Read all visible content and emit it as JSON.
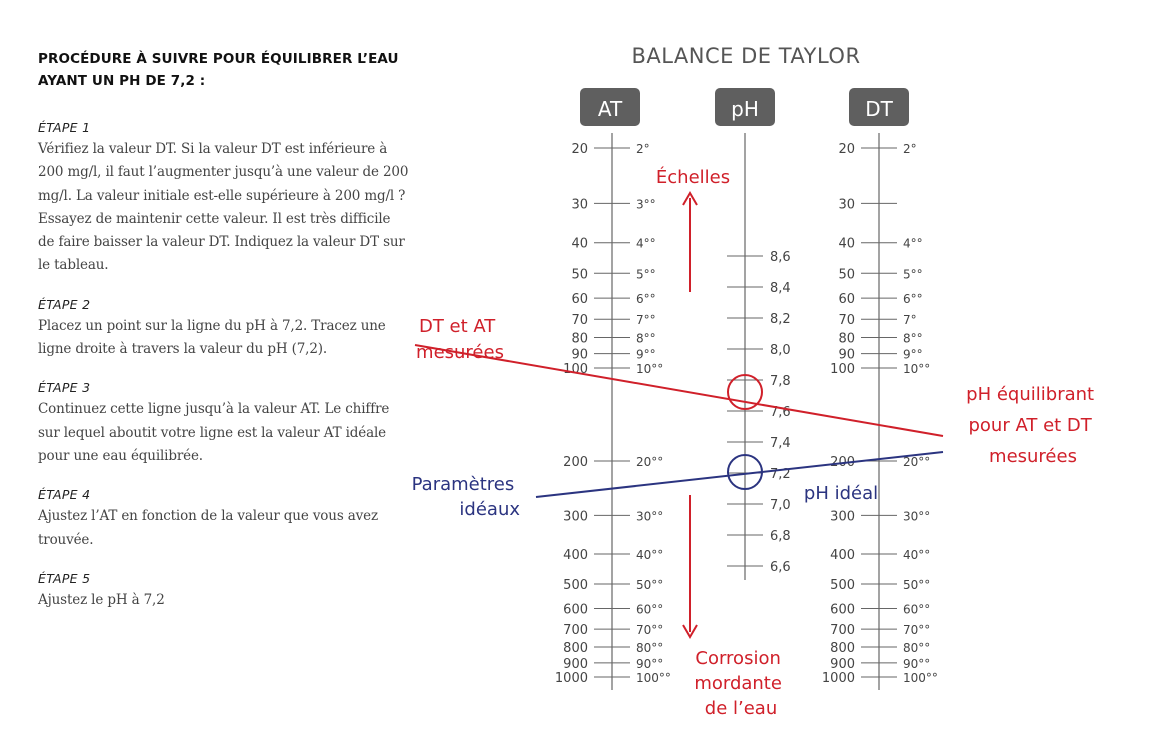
{
  "procedure": {
    "heading_line1": "PROCÉDURE À SUIVRE POUR ÉQUILIBRER L’EAU",
    "heading_line2": "AYANT UN PH DE 7,2 :",
    "steps": [
      {
        "title": "ÉTAPE 1",
        "text": "Vérifiez la valeur DT. Si la valeur DT est inférieure à 200 mg/l, il faut l’augmenter jusqu’à une valeur de 200 mg/l. La valeur initiale est-elle supérieure à 200 mg/l ? Essayez de maintenir cette valeur. Il est très difficile de faire baisser la valeur DT. Indiquez la valeur DT sur le tableau."
      },
      {
        "title": "ÉTAPE 2",
        "text": "Placez un point sur la ligne du pH à 7,2. Tracez une ligne droite à travers la valeur du pH (7,2)."
      },
      {
        "title": "ÉTAPE 3",
        "text": "Continuez cette ligne jusqu’à la valeur AT. Le chiffre sur lequel aboutit votre ligne est la valeur AT idéale pour une eau équilibrée."
      },
      {
        "title": "ÉTAPE 4",
        "text": "Ajustez l’AT en fonction de la valeur que vous avez trouvée."
      },
      {
        "title": "ÉTAPE 5",
        "text": "Ajustez le pH à 7,2"
      }
    ]
  },
  "diagram": {
    "title": "BALANCE DE TAYLOR",
    "col_labels": {
      "at": "AT",
      "ph": "pH",
      "dt": "DT"
    },
    "at_ticks": [
      {
        "value": "20",
        "deg": "2°",
        "v": 20
      },
      {
        "value": "30",
        "deg": "3°°",
        "v": 30
      },
      {
        "value": "40",
        "deg": "4°°",
        "v": 40
      },
      {
        "value": "50",
        "deg": "5°°",
        "v": 50
      },
      {
        "value": "60",
        "deg": "6°°",
        "v": 60
      },
      {
        "value": "70",
        "deg": "7°°",
        "v": 70
      },
      {
        "value": "80",
        "deg": "8°°",
        "v": 80
      },
      {
        "value": "90",
        "deg": "9°°",
        "v": 90
      },
      {
        "value": "100",
        "deg": "10°°",
        "v": 100
      },
      {
        "value": "200",
        "deg": "20°°",
        "v": 200
      },
      {
        "value": "300",
        "deg": "30°°",
        "v": 300
      },
      {
        "value": "400",
        "deg": "40°°",
        "v": 400
      },
      {
        "value": "500",
        "deg": "50°°",
        "v": 500
      },
      {
        "value": "600",
        "deg": "60°°",
        "v": 600
      },
      {
        "value": "700",
        "deg": "70°°",
        "v": 700
      },
      {
        "value": "800",
        "deg": "80°°",
        "v": 800
      },
      {
        "value": "900",
        "deg": "90°°",
        "v": 900
      },
      {
        "value": "1000",
        "deg": "100°°",
        "v": 1000
      }
    ],
    "dt_ticks": [
      {
        "value": "20",
        "deg": "2°",
        "v": 20
      },
      {
        "value": "30",
        "deg": "",
        "v": 30
      },
      {
        "value": "40",
        "deg": "4°°",
        "v": 40
      },
      {
        "value": "50",
        "deg": "5°°",
        "v": 50
      },
      {
        "value": "60",
        "deg": "6°°",
        "v": 60
      },
      {
        "value": "70",
        "deg": "7°",
        "v": 70
      },
      {
        "value": "80",
        "deg": "8°°",
        "v": 80
      },
      {
        "value": "90",
        "deg": "9°°",
        "v": 90
      },
      {
        "value": "100",
        "deg": "10°°",
        "v": 100
      },
      {
        "value": "200",
        "deg": "20°°",
        "v": 200
      },
      {
        "value": "300",
        "deg": "30°°",
        "v": 300
      },
      {
        "value": "400",
        "deg": "40°°",
        "v": 400
      },
      {
        "value": "500",
        "deg": "50°°",
        "v": 500
      },
      {
        "value": "600",
        "deg": "60°°",
        "v": 600
      },
      {
        "value": "700",
        "deg": "70°°",
        "v": 700
      },
      {
        "value": "800",
        "deg": "80°°",
        "v": 800
      },
      {
        "value": "900",
        "deg": "90°°",
        "v": 900
      },
      {
        "value": "1000",
        "deg": "100°°",
        "v": 1000
      }
    ],
    "ph_ticks": [
      {
        "label": "8,6",
        "v": 8.6
      },
      {
        "label": "8,4",
        "v": 8.4
      },
      {
        "label": "8,2",
        "v": 8.2
      },
      {
        "label": "8,0",
        "v": 8.0
      },
      {
        "label": "7,8",
        "v": 7.8
      },
      {
        "label": "7,6",
        "v": 7.6
      },
      {
        "label": "7,4",
        "v": 7.4
      },
      {
        "label": "7,2",
        "v": 7.2
      },
      {
        "label": "7,0",
        "v": 7.0
      },
      {
        "label": "6,8",
        "v": 6.8
      },
      {
        "label": "6,6",
        "v": 6.6
      }
    ],
    "labels": {
      "echelles": "Échelles",
      "corrosion": [
        "Corrosion",
        "mordante",
        "de l’eau"
      ],
      "dt_at": [
        "DT et AT",
        "mesurées"
      ],
      "ph_eq": [
        "pH équilibrant",
        "pour AT et DT",
        "mesurées"
      ],
      "params": [
        "Paramètres",
        "idéaux"
      ],
      "ph_ideal": "pH idéal"
    },
    "colors": {
      "red": "#d0202a",
      "blue": "#2b3480",
      "gray": "#666666",
      "label_bg": "#5f5f5f"
    }
  }
}
